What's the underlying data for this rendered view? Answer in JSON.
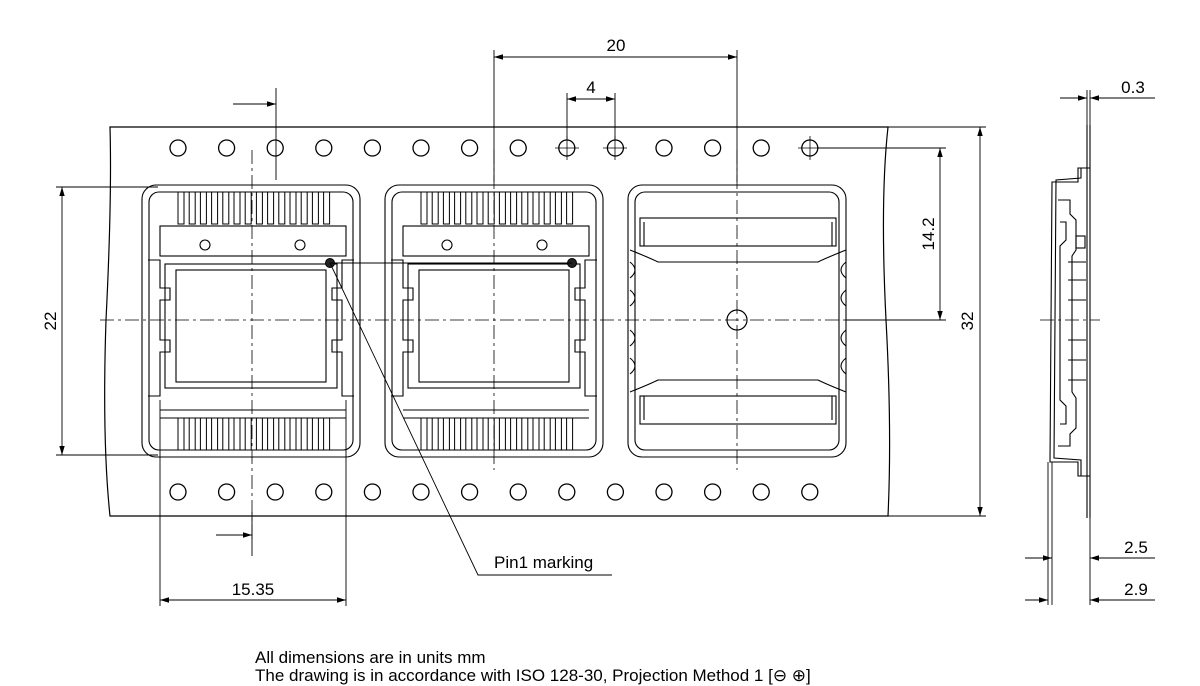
{
  "dimensions": {
    "pitch_pockets": "20",
    "pitch_holes": "4",
    "thickness": "0.3",
    "hole_to_center": "14.2",
    "pocket_length": "22",
    "tape_width": "32",
    "pocket_width": "15.35",
    "depth_1": "2.5",
    "depth_2": "2.9"
  },
  "labels": {
    "pin1": "Pin1 marking"
  },
  "notes": [
    "All dimensions are in units mm",
    "The drawing is in accordance with ISO 128-30, Projection Method 1 [⊖ ⊕]"
  ],
  "colors": {
    "line": "#000000",
    "background": "#ffffff"
  }
}
